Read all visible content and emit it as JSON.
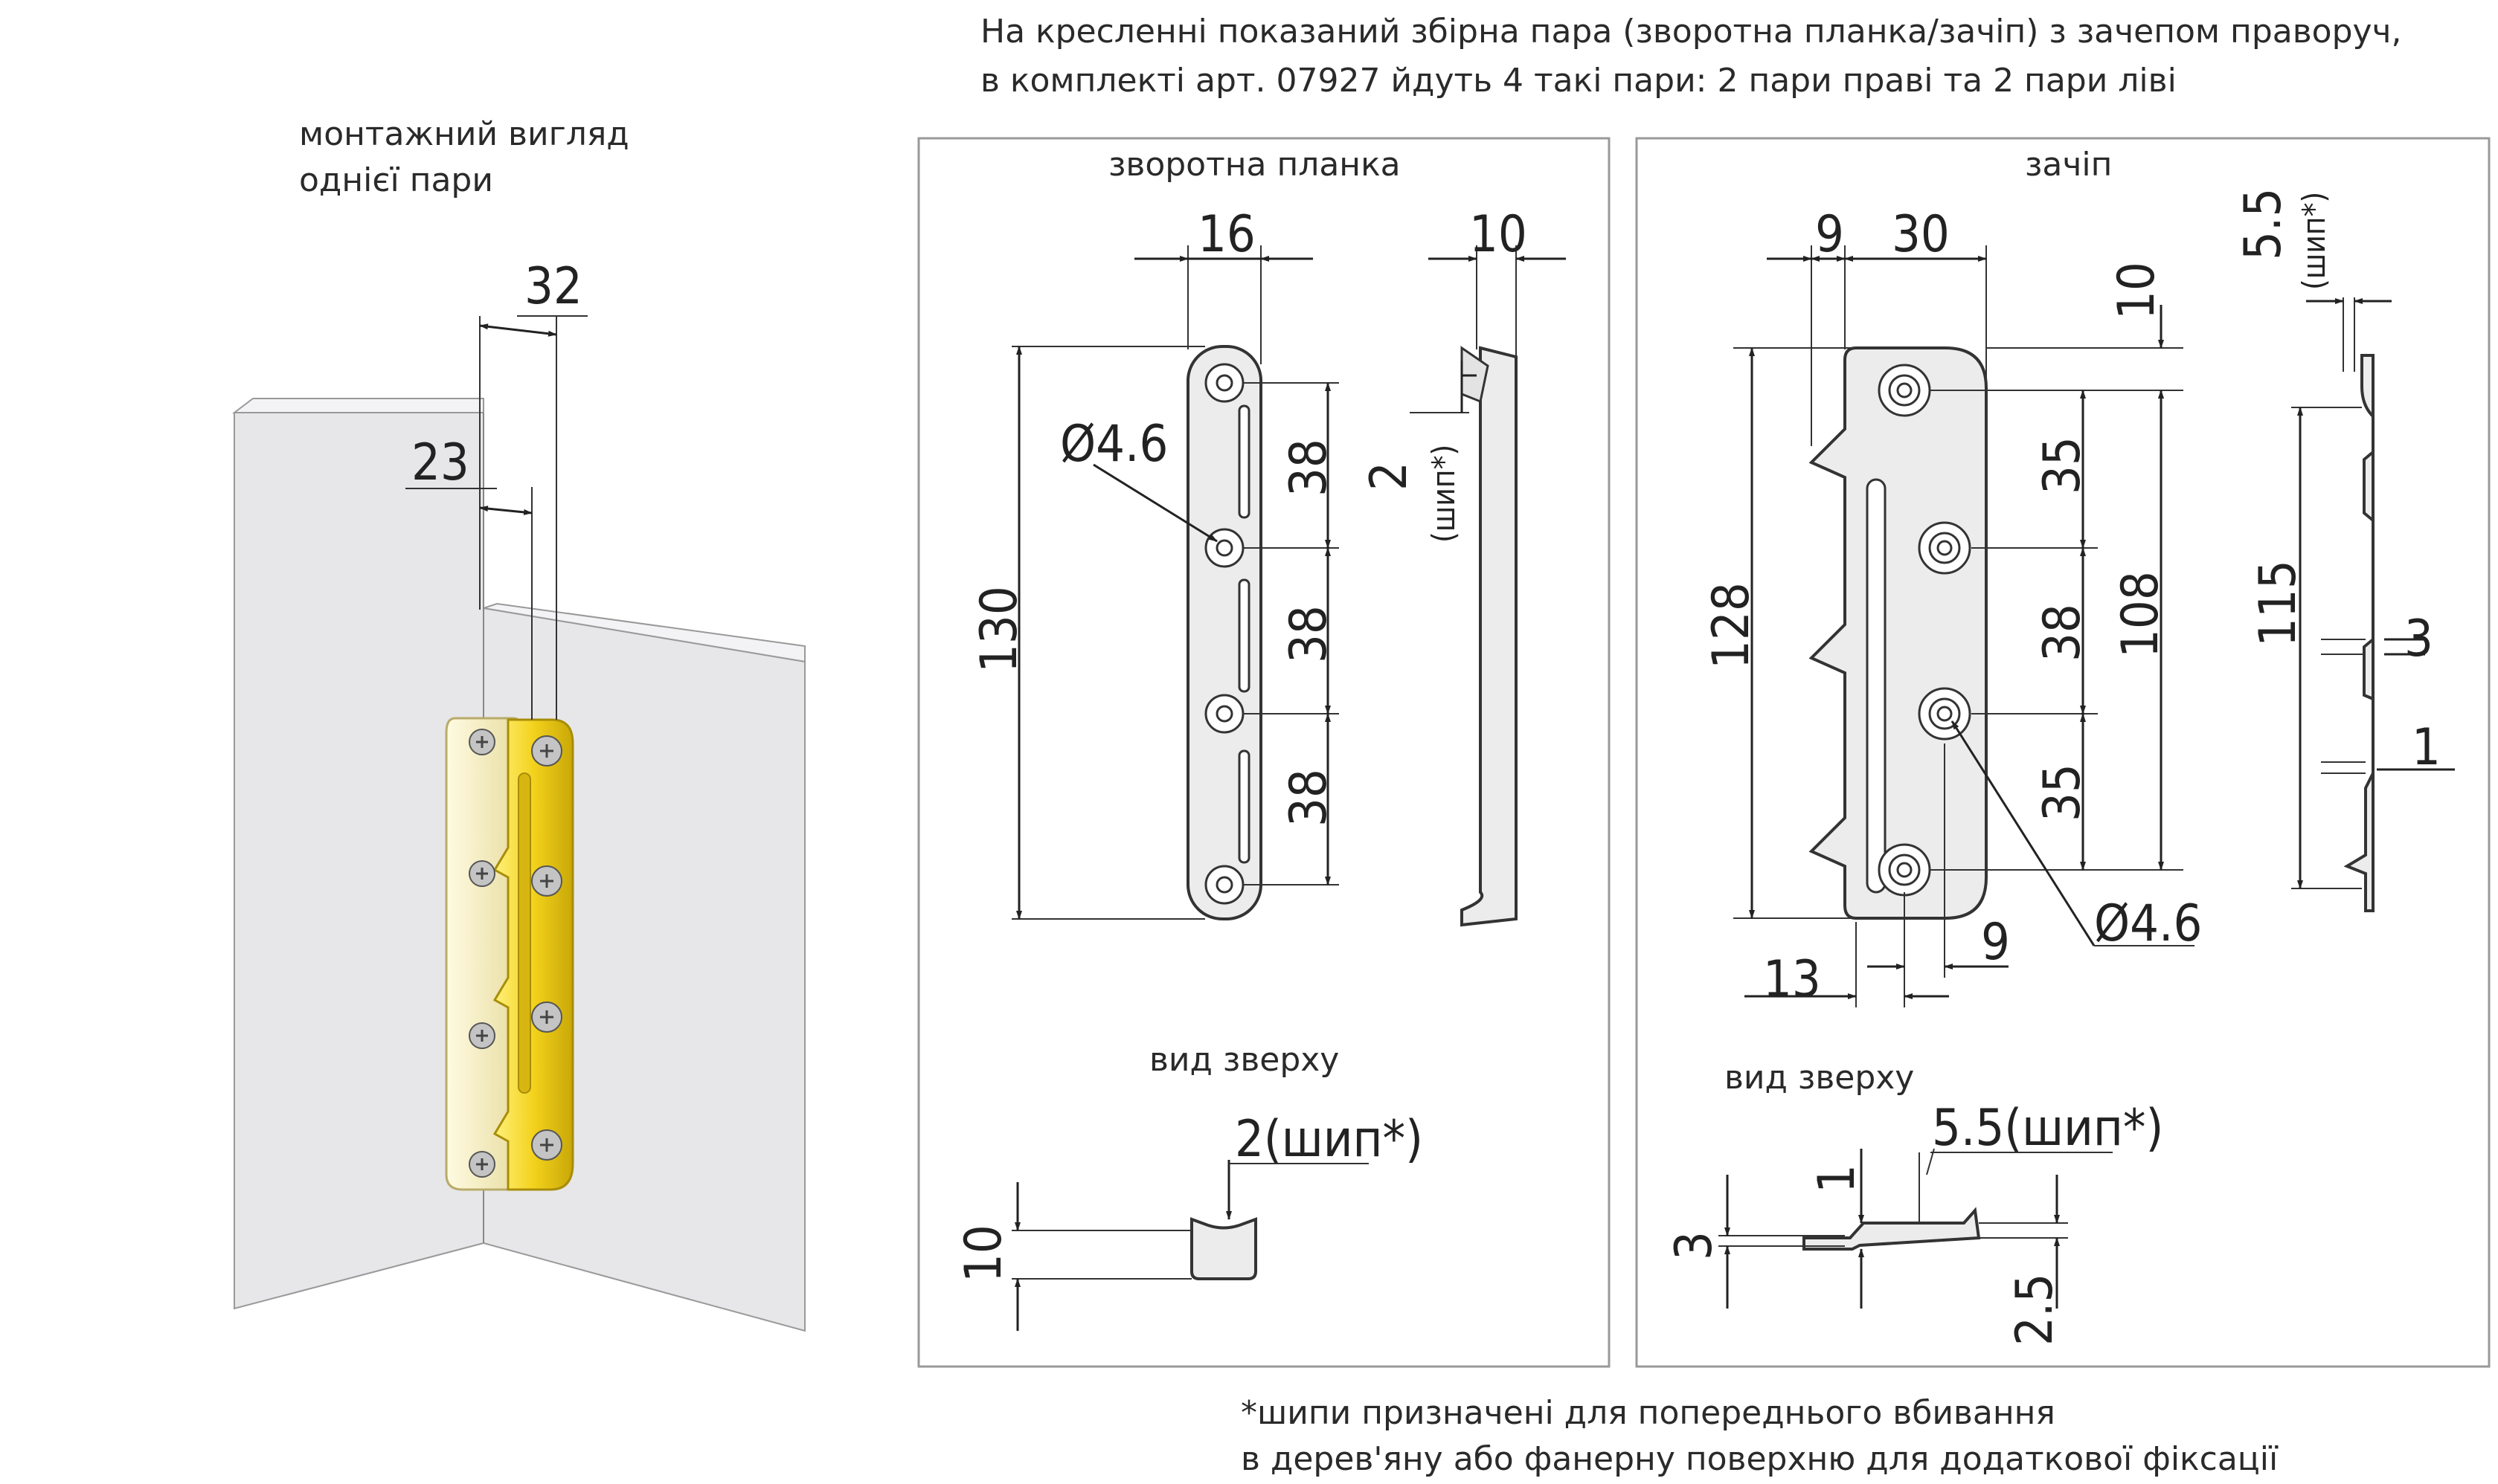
{
  "header": {
    "line1": "На кресленні показаний збірна пара (зворотна планка/зачіп) з зачепом праворуч,",
    "line2": "в комплекті арт. 07927 йдуть 4 такі пари: 2 пари праві та 2 пари ліві"
  },
  "mount_view": {
    "line1": "монтажний вигляд",
    "line2": "однієї пари",
    "dim_32": "32",
    "dim_23": "23"
  },
  "back_plate": {
    "title": "зворотна планка",
    "dim_16": "16",
    "dim_10": "10",
    "dim_130": "130",
    "dim_38_1": "38",
    "dim_38_2": "38",
    "dim_38_3": "38",
    "dim_diameter": "Ø4.6",
    "dim_spike": "2",
    "dim_spike_note": "(шип*)",
    "top_view_label": "вид зверху",
    "top_dim_10": "10",
    "top_dim_spike": "2(шип*)"
  },
  "hook": {
    "title": "зачіп",
    "dim_9": "9",
    "dim_30": "30",
    "dim_10": "10",
    "dim_128": "128",
    "dim_35_1": "35",
    "dim_38": "38",
    "dim_35_2": "35",
    "dim_108": "108",
    "dim_13": "13",
    "dim_9_bottom": "9",
    "dim_diameter": "Ø4.6",
    "dim_5_5": "5.5",
    "dim_5_5_note": "(шип*)",
    "dim_115": "115",
    "dim_3": "3",
    "dim_1": "1",
    "top_view_label": "вид зверху",
    "top_dim_5_5": "5.5(шип*)",
    "top_dim_1": "1",
    "top_dim_3": "3",
    "top_dim_2_5": "2.5"
  },
  "footnote": {
    "line1": "*шипи призначені для попереднього вбивання",
    "line2": "в дерев'яну або фанерну поверхню для додаткової фіксації"
  },
  "colors": {
    "hook_yellow": "#f3d21c",
    "plate_cream": "#f6f0c8",
    "panel_grey": "#e7e7e9",
    "line": "#222222"
  }
}
